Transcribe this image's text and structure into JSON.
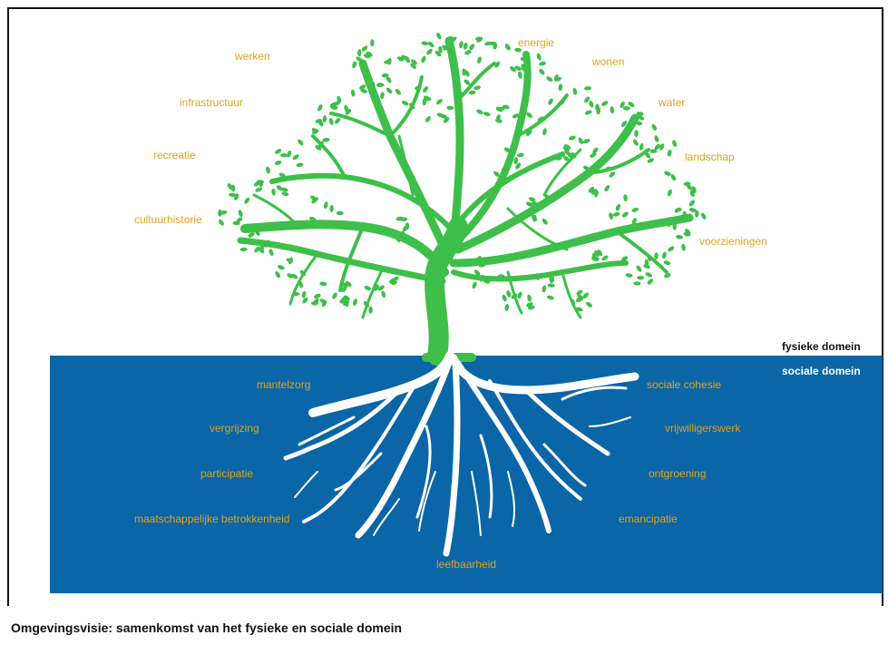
{
  "domains": {
    "physical": "fysieke domein",
    "social": "sociale domein"
  },
  "physical_labels": [
    "werken",
    "infrastructuur",
    "recreatie",
    "cultuurhistorie",
    "energie",
    "wonen",
    "water",
    "landschap",
    "voorzieningen"
  ],
  "social_labels": [
    "mantelzorg",
    "vergrijzing",
    "participatie",
    "maatschappelijke betrokkenheid",
    "leefbaarheid",
    "sociale cohesie",
    "vrijwilligerswerk",
    "ontgroening",
    "emancipatie"
  ],
  "caption": "Omgevingsvisie: samenkomst van het fysieke en sociale domein",
  "colors": {
    "tree": "#3dbf4a",
    "roots": "#ffffff",
    "ground": "#0a66a6",
    "label": "#e0a21a"
  }
}
